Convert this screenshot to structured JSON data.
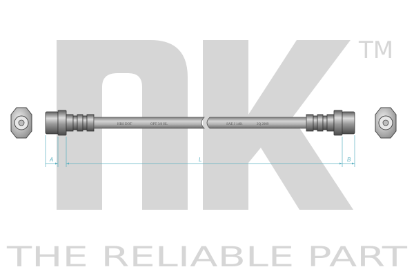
{
  "watermark": {
    "brand_mark": "nk",
    "trademark": "TM",
    "tagline": "THE RELIABLE PART"
  },
  "hose": {
    "markings": [
      "HBS DOT",
      "OPT 3/8 HL",
      "SAE J 1401",
      "2Q 2009"
    ]
  },
  "dimensions": {
    "A": "A",
    "L": "L",
    "B": "B"
  },
  "colors": {
    "watermark": "#d6d6d6",
    "hose_body": "#b9b9b9",
    "fitting": "#8a8a8a",
    "dimension_line": "#5ab0c0"
  }
}
